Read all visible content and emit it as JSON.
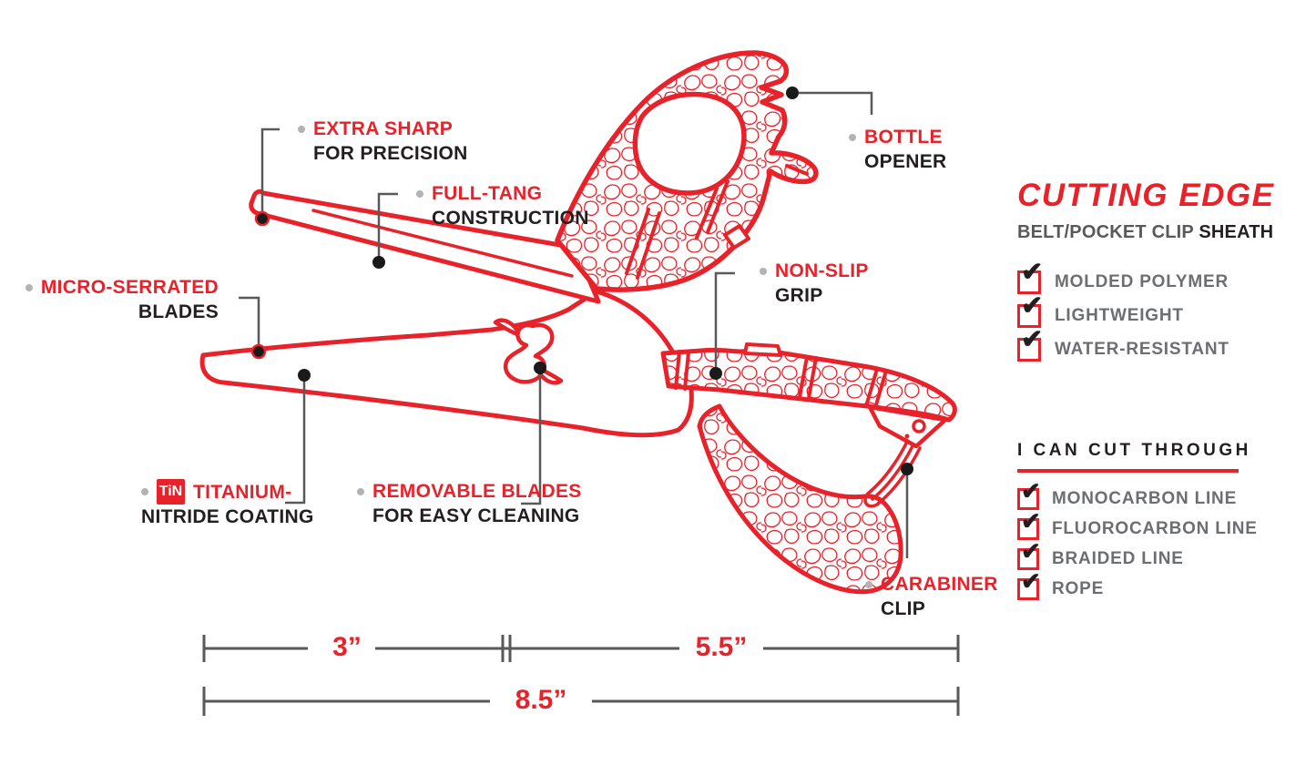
{
  "colors": {
    "red": "#e8222a",
    "ink": "#231f20",
    "label_gray": "#6d6e71",
    "line_gray": "#58595b",
    "bullet_gray": "#b1b3b6"
  },
  "callouts": {
    "extra_sharp": {
      "title": "EXTRA SHARP",
      "subtitle": "FOR PRECISION"
    },
    "full_tang": {
      "title": "FULL-TANG",
      "subtitle": "CONSTRUCTION"
    },
    "micro_serrated": {
      "title": "MICRO-SERRATED",
      "subtitle": "BLADES"
    },
    "titanium": {
      "badge": "TiN",
      "title": "TITANIUM-",
      "subtitle": "NITRIDE COATING"
    },
    "removable": {
      "title": "REMOVABLE BLADES",
      "subtitle": "FOR EASY CLEANING"
    },
    "bottle": {
      "title": "BOTTLE",
      "subtitle": "OPENER"
    },
    "non_slip": {
      "title": "NON-SLIP",
      "subtitle": "GRIP"
    },
    "carabiner": {
      "title": "CARABINER",
      "subtitle": "CLIP"
    }
  },
  "panel": {
    "title": "CUTTING EDGE",
    "subtitle_light": "BELT/POCKET CLIP ",
    "subtitle_dark": "SHEATH",
    "check_glyph": "✔",
    "features": [
      "MOLDED POLYMER",
      "LIGHTWEIGHT",
      "WATER-RESISTANT"
    ],
    "cut_heading": "I CAN CUT THROUGH",
    "cut_items": [
      "MONOCARBON LINE",
      "FLUOROCARBON LINE",
      "BRAIDED LINE",
      "ROPE"
    ]
  },
  "dimensions": {
    "front": "3”",
    "handle": "5.5”",
    "overall": "8.5”"
  }
}
